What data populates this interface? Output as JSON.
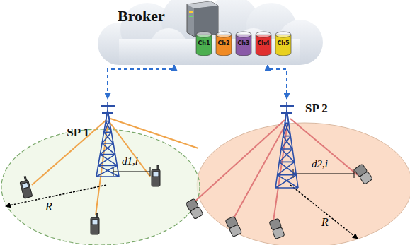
{
  "diagram": {
    "nodes": [
      {
        "text": [
          "Broker"
        ]
      },
      {
        "text": [
          "Ch1"
        ],
        "in": 0
      },
      {
        "text": [
          "Ch2"
        ],
        "in": 0
      },
      {
        "text": [
          "Ch3"
        ],
        "in": 0
      },
      {
        "text": [
          "Ch4"
        ],
        "in": 0
      },
      {
        "text": [
          "Ch5"
        ],
        "in": 0
      },
      {
        "text": [
          "SP 1"
        ]
      },
      {
        "text": [
          "SP 2"
        ]
      }
    ],
    "edges": [
      {
        "from": 0,
        "to": 6,
        "arrow": "both"
      },
      {
        "from": 0,
        "to": 7,
        "arrow": "both"
      }
    ],
    "labels": [
      "d1,i",
      "R",
      "d2,i",
      "R"
    ]
  }
}
